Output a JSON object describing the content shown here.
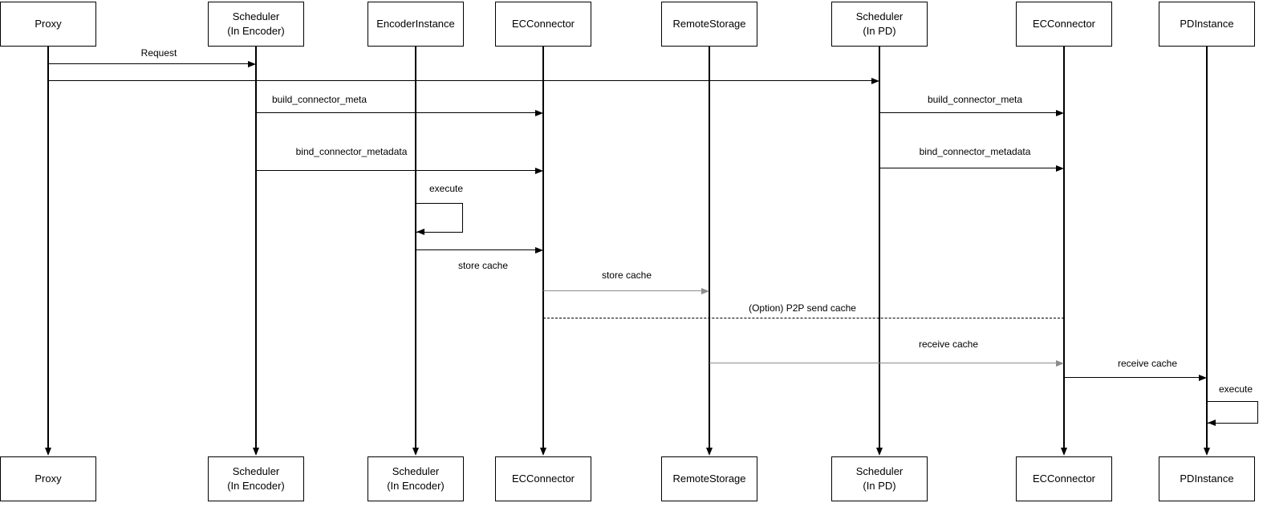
{
  "colors": {
    "background": "#ffffff",
    "line": "#000000",
    "muted_line": "#8c8c8c",
    "box_fill": "#ffffff",
    "text": "#000000"
  },
  "actors": [
    {
      "top": "Proxy",
      "bottom": "Proxy"
    },
    {
      "top": "Scheduler\n(In Encoder)",
      "bottom": "Scheduler\n(In Encoder)"
    },
    {
      "top": "EncoderInstance",
      "bottom": "Scheduler\n(In Encoder)"
    },
    {
      "top": "ECConnector",
      "bottom": "ECConnector"
    },
    {
      "top": "RemoteStorage",
      "bottom": "RemoteStorage"
    },
    {
      "top": "Scheduler\n(In PD)",
      "bottom": "Scheduler\n(In PD)"
    },
    {
      "top": "ECConnector",
      "bottom": "ECConnector"
    },
    {
      "top": "PDInstance",
      "bottom": "PDInstance"
    }
  ],
  "messages": {
    "request": "Request",
    "build_connector_meta_left": "build_connector_meta",
    "build_connector_meta_right": "build_connector_meta",
    "bind_connector_metadata_left": "bind_connector_metadata",
    "bind_connector_metadata_right": "bind_connector_metadata",
    "execute_encoder": "execute",
    "store_cache_1": "store cache",
    "store_cache_2": "store cache",
    "p2p_send_cache": "(Option) P2P send cache",
    "receive_cache_1": "receive cache",
    "receive_cache_2": "receive cache",
    "execute_pd": "execute"
  }
}
